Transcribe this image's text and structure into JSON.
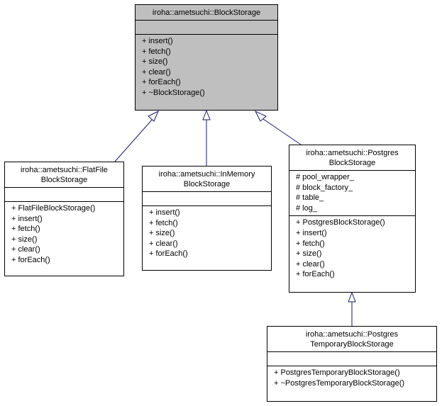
{
  "classes": {
    "block_storage": {
      "title": [
        "iroha::ametsuchi::BlockStorage"
      ],
      "attributes": [],
      "methods": [
        "+ insert()",
        "+ fetch()",
        "+ size()",
        "+ clear()",
        "+ forEach()",
        "+ ~BlockStorage()"
      ]
    },
    "flat_file": {
      "title": [
        "iroha::ametsuchi::FlatFile",
        "BlockStorage"
      ],
      "attributes": [],
      "methods": [
        "+ FlatFileBlockStorage()",
        "+ insert()",
        "+ fetch()",
        "+ size()",
        "+ clear()",
        "+ forEach()"
      ]
    },
    "in_memory": {
      "title": [
        "iroha::ametsuchi::InMemory",
        "BlockStorage"
      ],
      "attributes": [],
      "methods": [
        "+ insert()",
        "+ fetch()",
        "+ size()",
        "+ clear()",
        "+ forEach()"
      ]
    },
    "postgres": {
      "title": [
        "iroha::ametsuchi::Postgres",
        "BlockStorage"
      ],
      "attributes": [
        "# pool_wrapper_",
        "# block_factory_",
        "# table_",
        "# log_"
      ],
      "methods": [
        "+ PostgresBlockStorage()",
        "+ insert()",
        "+ fetch()",
        "+ size()",
        "+ clear()",
        "+ forEach()"
      ]
    },
    "postgres_temporary": {
      "title": [
        "iroha::ametsuchi::Postgres",
        "TemporaryBlockStorage"
      ],
      "attributes": [],
      "methods": [
        "+ PostgresTemporaryBlockStorage()",
        "+ ~PostgresTemporaryBlockStorage()"
      ]
    }
  },
  "colors": {
    "base_fill": "#bfbfbf",
    "edge": "#191970",
    "border": "#000000"
  }
}
